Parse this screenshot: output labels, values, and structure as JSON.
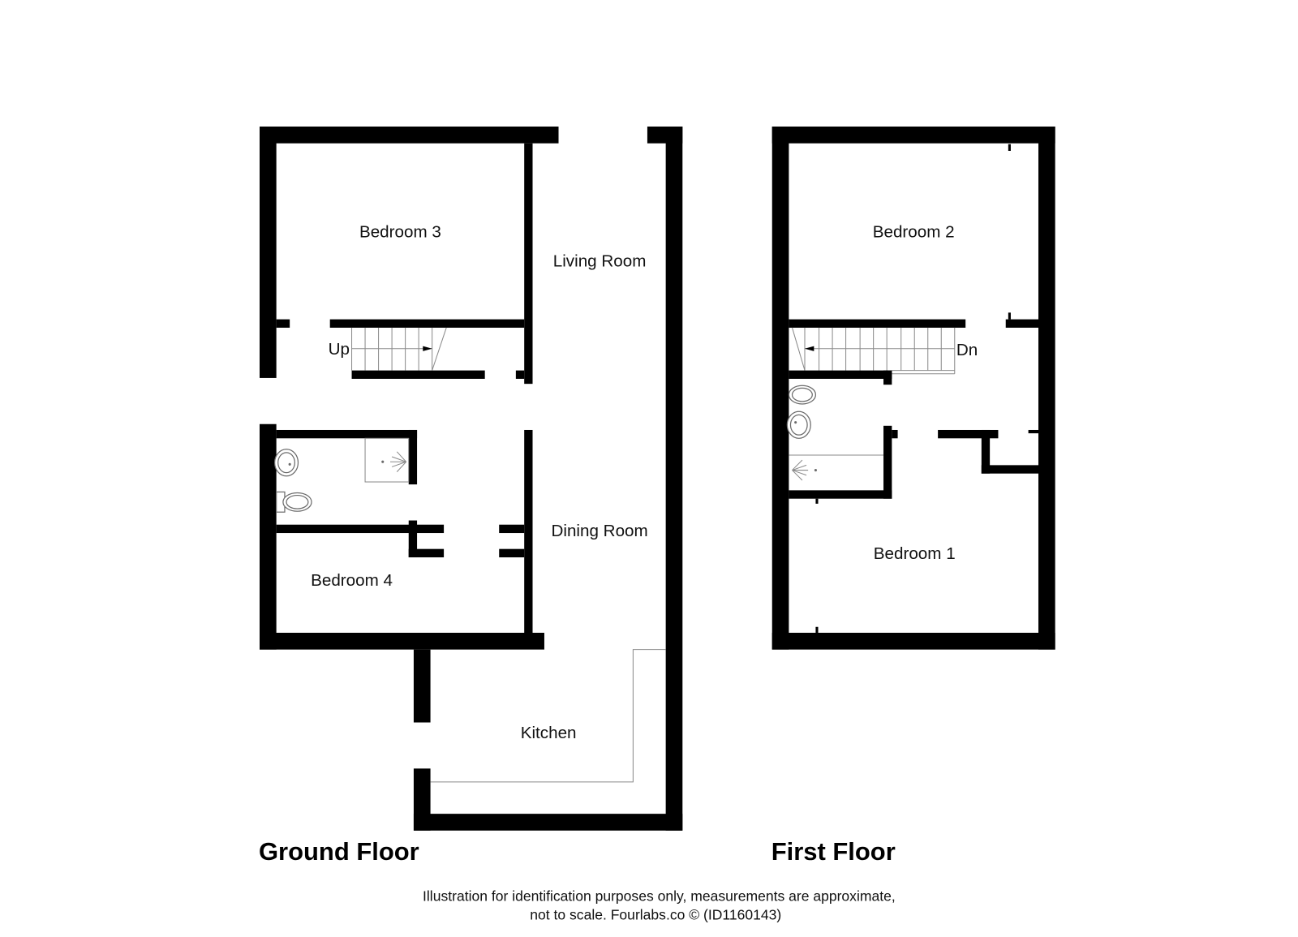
{
  "floors": [
    {
      "title": "Ground Floor",
      "rooms": [
        "Bedroom 3",
        "Living Room",
        "Dining Room",
        "Bedroom 4",
        "Kitchen"
      ],
      "stairs_label": "Up"
    },
    {
      "title": "First Floor",
      "rooms": [
        "Bedroom 2",
        "Bedroom 1"
      ],
      "stairs_label": "Dn"
    }
  ],
  "disclaimer": {
    "line1": "Illustration for identification purposes only, measurements are approximate,",
    "line2": "not to scale. Fourlabs.co © (ID1160143)"
  },
  "colors": {
    "wall": "#000000",
    "fixture_line": "#6b6b6b",
    "background": "#ffffff"
  }
}
